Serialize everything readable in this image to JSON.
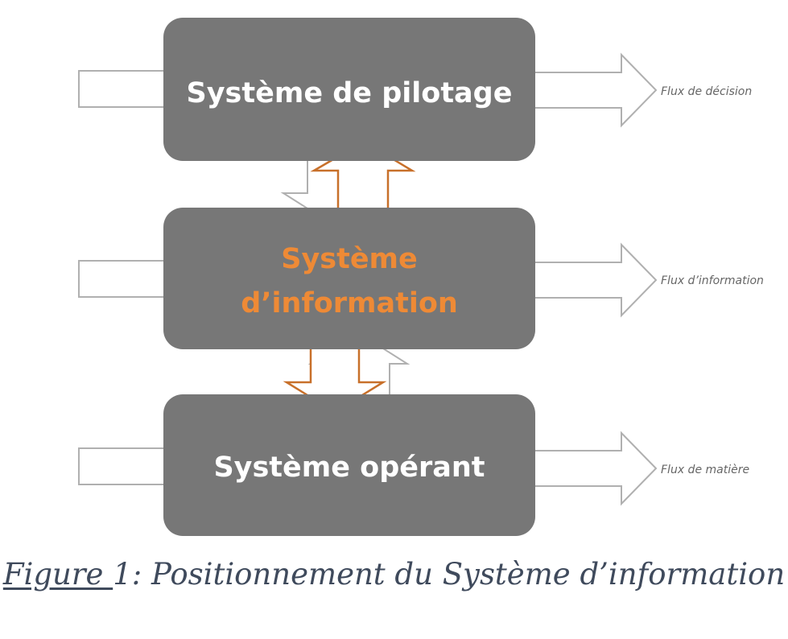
{
  "diagram": {
    "boxes": {
      "pilotage": {
        "label": "Système de pilotage"
      },
      "information": {
        "line1": "Système",
        "line2": "d’information"
      },
      "operant": {
        "label": "Système opérant"
      }
    },
    "flux": {
      "decision": "Flux de décision",
      "information": "Flux d’information",
      "matiere": "Flux de matière"
    },
    "colors": {
      "box_fill": "#777777",
      "box_text": "#ffffff",
      "accent_text": "#ee8a36",
      "accent_arrow": "#c8702a",
      "outline_arrow": "#b0b0b0",
      "flux_text": "#666666"
    }
  },
  "caption": {
    "figure_ref": "Figure ",
    "text": "1: Positionnement du Système d’information"
  }
}
